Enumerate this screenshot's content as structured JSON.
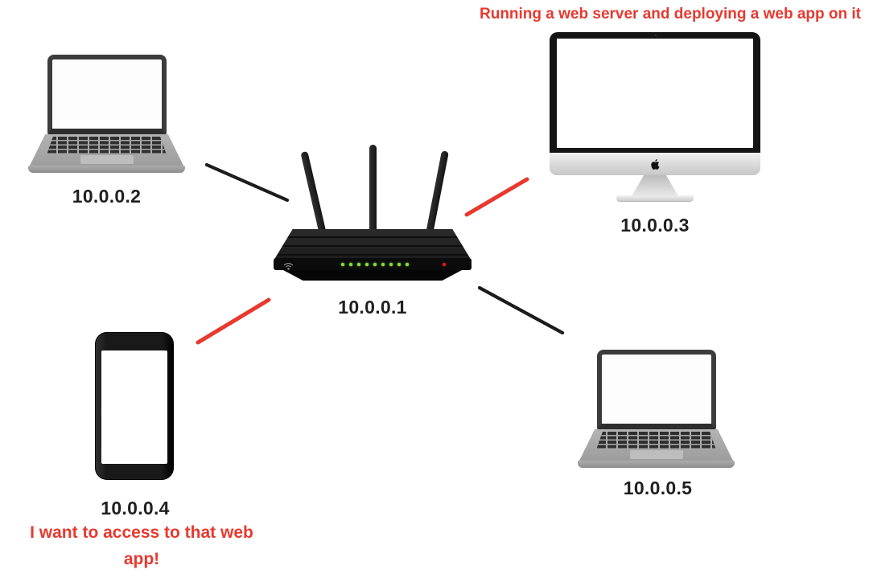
{
  "annotations": {
    "server_note": "Running a web server and deploying a web app on it",
    "client_note_lines": [
      "I want to access to that web",
      "app!"
    ]
  },
  "colors": {
    "annotation_red": "#e8392f",
    "link_red": "#e8392f",
    "link_black": "#1c1c1c",
    "label_black": "#202020",
    "led_green": "#86e22e",
    "led_red": "#e01818"
  },
  "devices": {
    "laptop_top_left": {
      "type": "laptop",
      "ip": "10.0.0.2"
    },
    "router": {
      "type": "wifi-router",
      "ip": "10.0.0.1"
    },
    "imac_top_right": {
      "type": "desktop-monitor",
      "ip": "10.0.0.3"
    },
    "phone_bottom_left": {
      "type": "smartphone",
      "ip": "10.0.0.4"
    },
    "laptop_bottom_right": {
      "type": "laptop",
      "ip": "10.0.0.5"
    }
  },
  "links": [
    {
      "from": "10.0.0.2",
      "to": "10.0.0.1",
      "style": "black"
    },
    {
      "from": "10.0.0.1",
      "to": "10.0.0.3",
      "style": "red"
    },
    {
      "from": "10.0.0.4",
      "to": "10.0.0.1",
      "style": "red"
    },
    {
      "from": "10.0.0.1",
      "to": "10.0.0.5",
      "style": "black"
    }
  ]
}
